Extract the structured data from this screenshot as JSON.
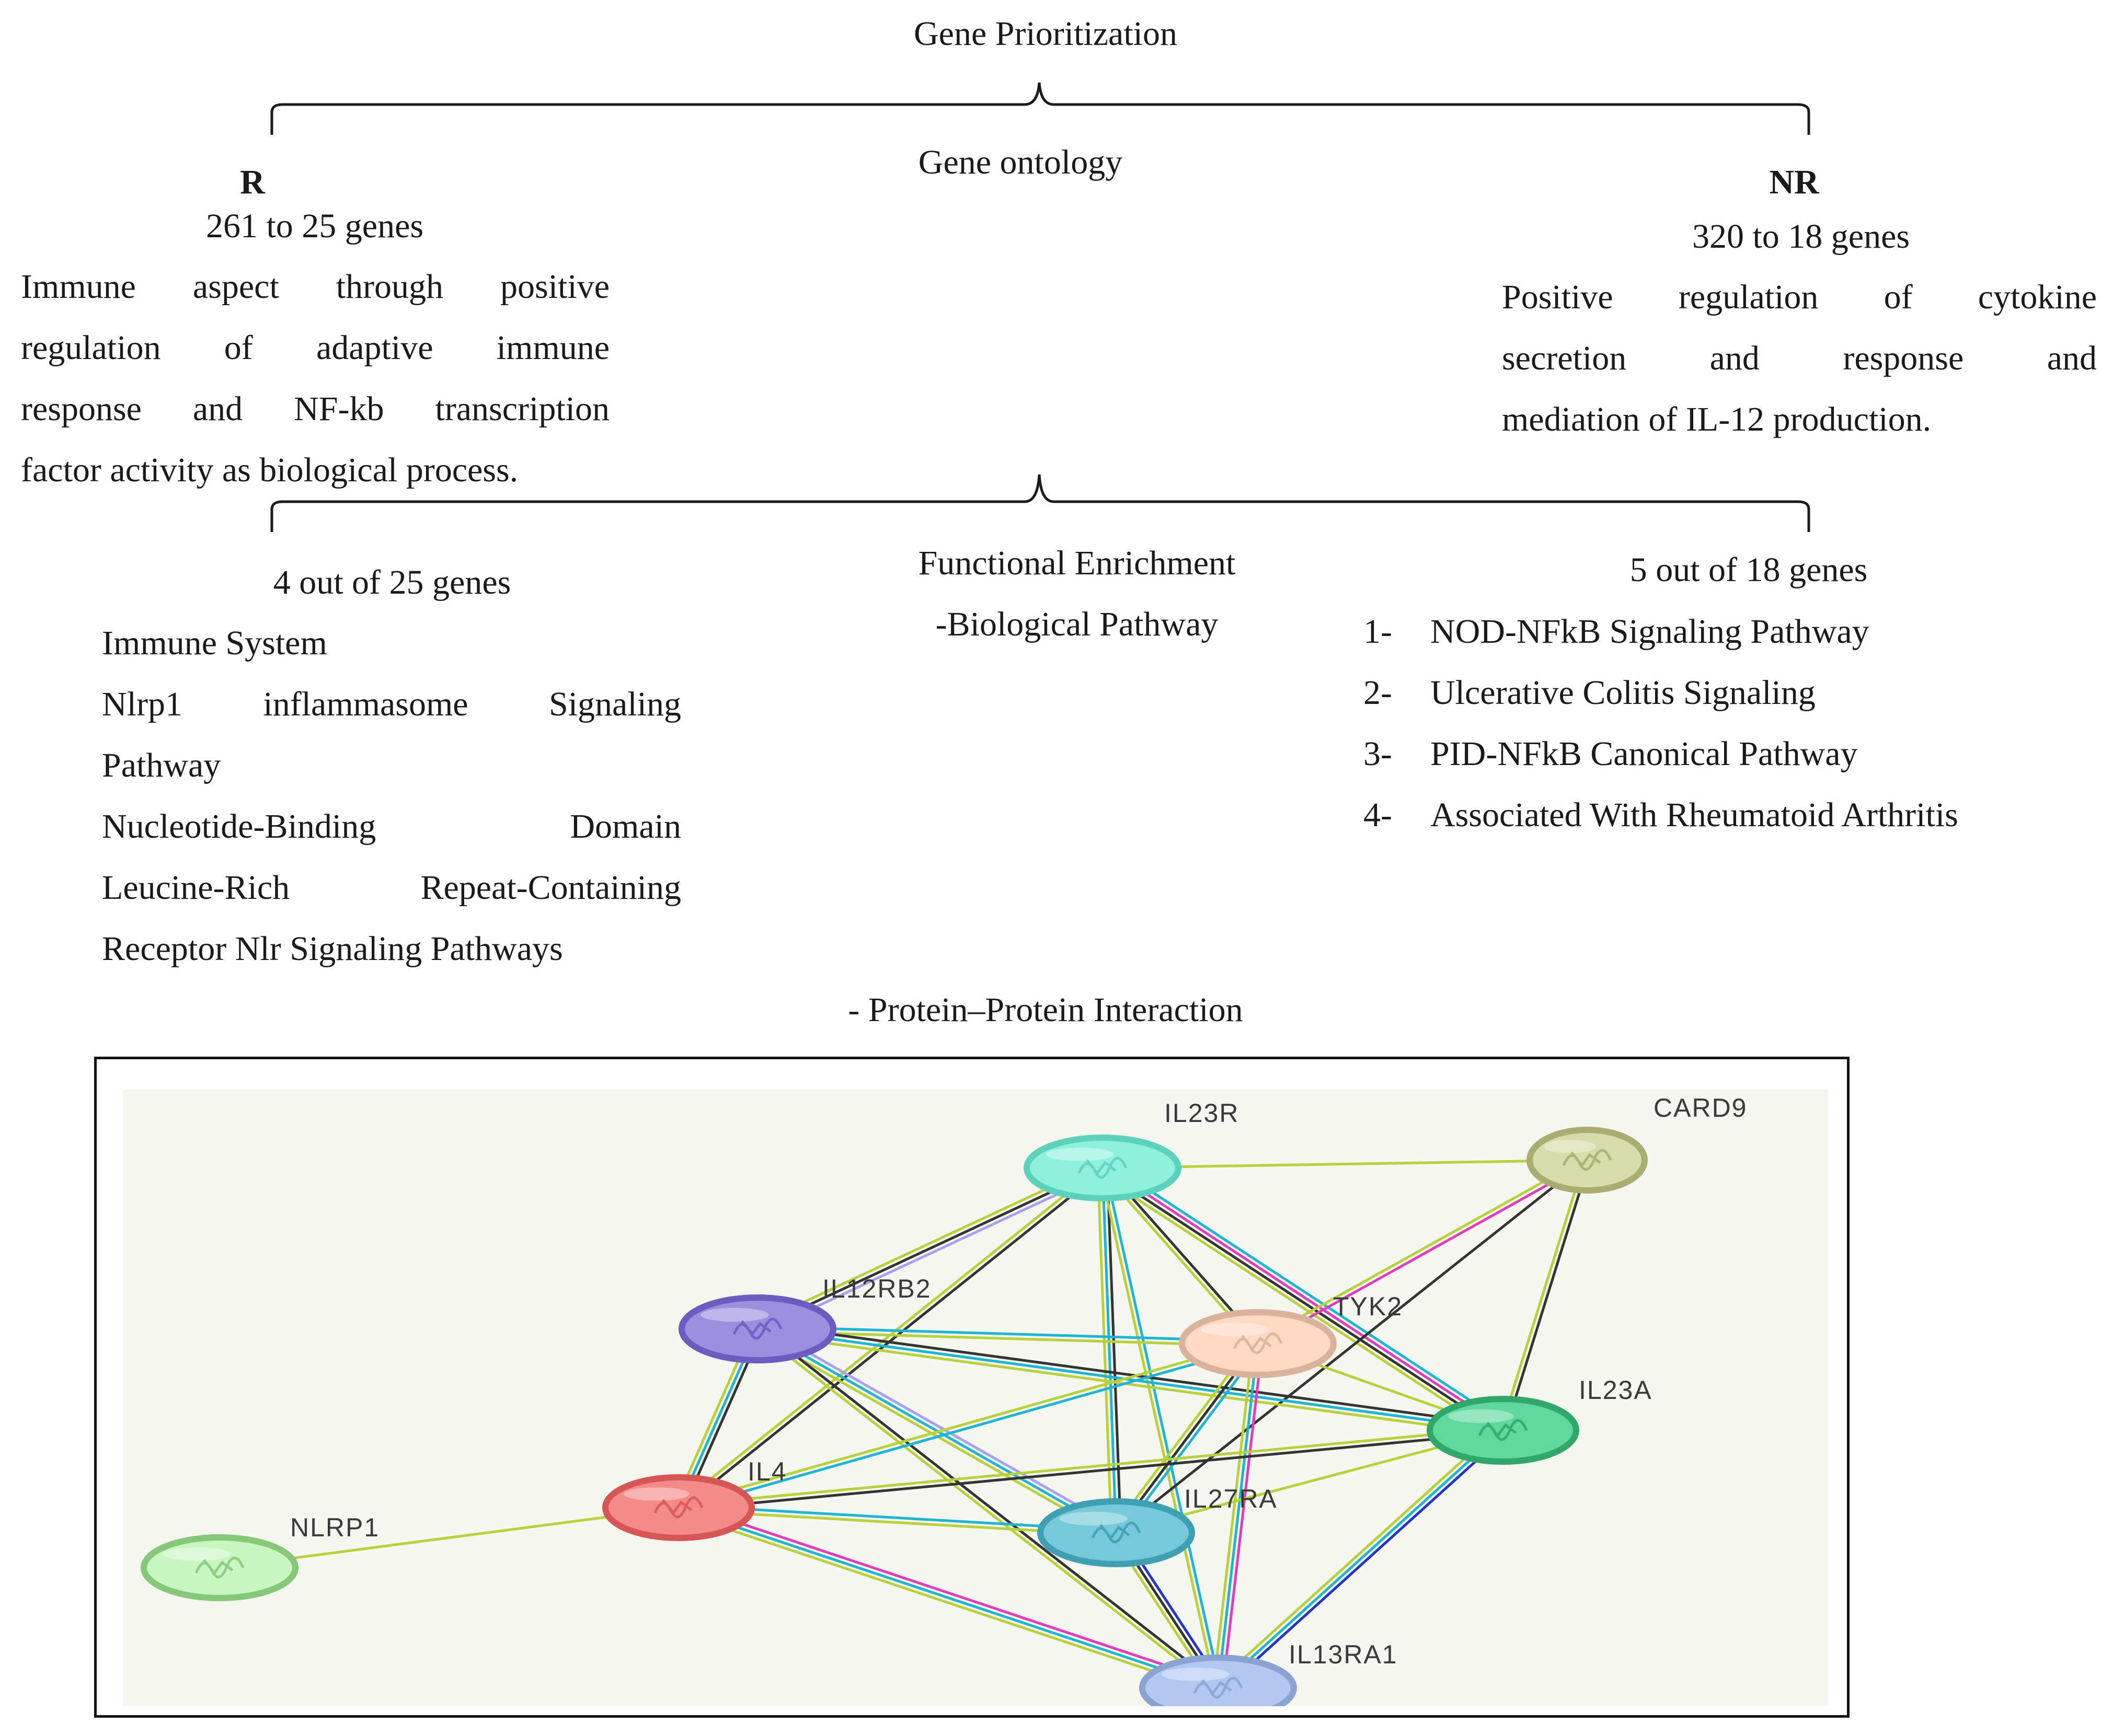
{
  "title": "Gene Prioritization",
  "gene_ontology": {
    "heading": "Gene ontology",
    "R": {
      "label": "R",
      "count": "261 to 25 genes",
      "description_lines": [
        "Immune aspect through positive",
        "regulation of adaptive immune",
        "response and NF-kb transcription",
        "factor activity as biological process."
      ]
    },
    "NR": {
      "label": "NR",
      "count": "320 to 18 genes",
      "description_lines": [
        "Positive regulation of cytokine",
        "secretion and response and",
        "mediation of IL-12 production."
      ]
    }
  },
  "functional_enrichment": {
    "heading_line1": "Functional Enrichment",
    "heading_line2": "-Biological Pathway",
    "R": {
      "count": "4 out of 25 genes",
      "lines": [
        "Immune System",
        "Nlrp1 inflammasome Signaling",
        "Pathway",
        "Nucleotide-Binding Domain",
        "Leucine-Rich Repeat-Containing",
        "Receptor Nlr Signaling Pathways"
      ]
    },
    "NR": {
      "count": "5 out of 18 genes",
      "items": [
        {
          "num": "1-",
          "label": "NOD-NFkB Signaling Pathway"
        },
        {
          "num": "2-",
          "label": "Ulcerative Colitis Signaling"
        },
        {
          "num": "3-",
          "label": "PID-NFkB Canonical Pathway"
        },
        {
          "num": "4-",
          "label": "Associated With Rheumatoid Arthritis"
        }
      ]
    }
  },
  "ppi": {
    "heading": "- Protein–Protein Interaction",
    "background": "#f4f6ef",
    "nodes": [
      {
        "id": "IL23R",
        "label": "IL23R",
        "fill": "#8ff0dc",
        "stroke": "#5cd2bd"
      },
      {
        "id": "CARD9",
        "label": "CARD9",
        "fill": "#d8dcaa",
        "stroke": "#a9ad70"
      },
      {
        "id": "IL12RB2",
        "label": "IL12RB2",
        "fill": "#9d8fe0",
        "stroke": "#6b5cc0"
      },
      {
        "id": "TYK2",
        "label": "TYK2",
        "fill": "#ffd8c4",
        "stroke": "#d8b29a"
      },
      {
        "id": "IL23A",
        "label": "IL23A",
        "fill": "#5fd89c",
        "stroke": "#2fa86a"
      },
      {
        "id": "IL4",
        "label": "IL4",
        "fill": "#f48a8a",
        "stroke": "#d65656"
      },
      {
        "id": "IL27RA",
        "label": "IL27RA",
        "fill": "#76c9d8",
        "stroke": "#3f9fb3"
      },
      {
        "id": "NLRP1",
        "label": "NLRP1",
        "fill": "#c8f6c0",
        "stroke": "#86c77a"
      },
      {
        "id": "IL13RA1",
        "label": "IL13RA1",
        "fill": "#b2c8f2",
        "stroke": "#8aa3d2"
      }
    ],
    "edge_colors": {
      "textmining": "#b6d13a",
      "coexpression": "#333333",
      "database": "#1eb4d2",
      "experiment": "#e23bbd",
      "homology": "#a6a0f0",
      "cooccurrence": "#2233cc"
    },
    "edges": [
      {
        "a": "NLRP1",
        "b": "IL4",
        "types": [
          "textmining"
        ]
      },
      {
        "a": "IL23R",
        "b": "CARD9",
        "types": [
          "textmining"
        ]
      },
      {
        "a": "IL23R",
        "b": "IL12RB2",
        "types": [
          "homology",
          "coexpression",
          "textmining"
        ]
      },
      {
        "a": "IL23R",
        "b": "IL4",
        "types": [
          "coexpression",
          "textmining"
        ]
      },
      {
        "a": "IL23R",
        "b": "TYK2",
        "types": [
          "coexpression",
          "textmining"
        ]
      },
      {
        "a": "IL23R",
        "b": "IL23A",
        "types": [
          "database",
          "experiment",
          "coexpression",
          "textmining"
        ]
      },
      {
        "a": "IL23R",
        "b": "IL27RA",
        "types": [
          "coexpression",
          "database",
          "textmining"
        ]
      },
      {
        "a": "IL23R",
        "b": "IL13RA1",
        "types": [
          "database",
          "textmining"
        ]
      },
      {
        "a": "CARD9",
        "b": "TYK2",
        "types": [
          "experiment",
          "textmining"
        ]
      },
      {
        "a": "CARD9",
        "b": "IL23A",
        "types": [
          "coexpression",
          "textmining"
        ]
      },
      {
        "a": "CARD9",
        "b": "IL27RA",
        "types": [
          "coexpression"
        ]
      },
      {
        "a": "IL12RB2",
        "b": "IL4",
        "types": [
          "coexpression",
          "database",
          "textmining"
        ]
      },
      {
        "a": "IL12RB2",
        "b": "TYK2",
        "types": [
          "database",
          "textmining"
        ]
      },
      {
        "a": "IL12RB2",
        "b": "IL23A",
        "types": [
          "coexpression",
          "database",
          "textmining"
        ]
      },
      {
        "a": "IL12RB2",
        "b": "IL27RA",
        "types": [
          "homology",
          "database",
          "textmining"
        ]
      },
      {
        "a": "IL12RB2",
        "b": "IL13RA1",
        "types": [
          "coexpression",
          "textmining"
        ]
      },
      {
        "a": "TYK2",
        "b": "IL4",
        "types": [
          "database",
          "textmining"
        ]
      },
      {
        "a": "TYK2",
        "b": "IL23A",
        "types": [
          "textmining"
        ]
      },
      {
        "a": "TYK2",
        "b": "IL27RA",
        "types": [
          "database",
          "coexpression",
          "textmining"
        ]
      },
      {
        "a": "TYK2",
        "b": "IL13RA1",
        "types": [
          "experiment",
          "database",
          "textmining"
        ]
      },
      {
        "a": "IL23A",
        "b": "IL4",
        "types": [
          "coexpression",
          "textmining"
        ]
      },
      {
        "a": "IL23A",
        "b": "IL27RA",
        "types": [
          "textmining"
        ]
      },
      {
        "a": "IL23A",
        "b": "IL13RA1",
        "types": [
          "cooccurrence",
          "database",
          "textmining"
        ]
      },
      {
        "a": "IL4",
        "b": "IL27RA",
        "types": [
          "database",
          "textmining"
        ]
      },
      {
        "a": "IL4",
        "b": "IL13RA1",
        "types": [
          "experiment",
          "database",
          "textmining"
        ]
      },
      {
        "a": "IL27RA",
        "b": "IL13RA1",
        "types": [
          "cooccurrence",
          "coexpression",
          "textmining"
        ]
      }
    ]
  }
}
